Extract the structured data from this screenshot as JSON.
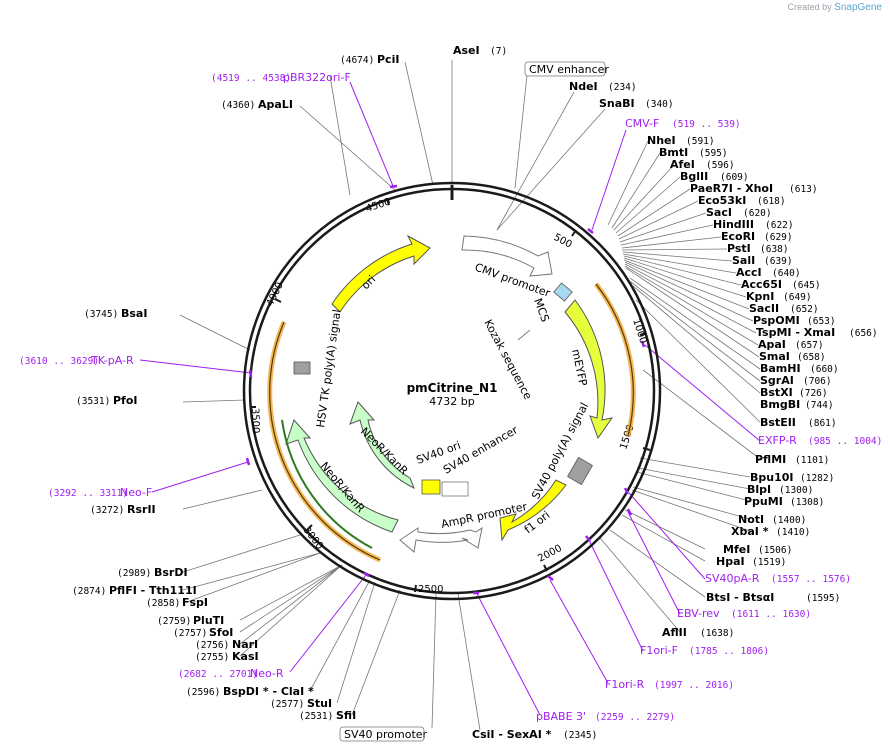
{
  "credit": {
    "prefix": "Created by",
    "brand": "SnapGene"
  },
  "plasmid": {
    "name": "pmCitrine_N1",
    "size": "4732 bp"
  },
  "ticks": [
    "500",
    "1000",
    "1500",
    "2000",
    "2500",
    "3000",
    "3500",
    "4000",
    "4500"
  ],
  "sites": [
    {
      "name": "AseI",
      "pos": "(7)"
    },
    {
      "name": "NdeI",
      "pos": "(234)"
    },
    {
      "name": "SnaBI",
      "pos": "(340)"
    },
    {
      "name": "NheI",
      "pos": "(591)"
    },
    {
      "name": "BmtI",
      "pos": "(595)"
    },
    {
      "name": "AfeI",
      "pos": "(596)"
    },
    {
      "name": "BglII",
      "pos": "(609)"
    },
    {
      "name": "PaeR7I - XhoI",
      "pos": "(613)"
    },
    {
      "name": "Eco53kI",
      "pos": "(618)"
    },
    {
      "name": "SacI",
      "pos": "(620)"
    },
    {
      "name": "HindIII",
      "pos": "(622)"
    },
    {
      "name": "EcoRI",
      "pos": "(629)"
    },
    {
      "name": "PstI",
      "pos": "(638)"
    },
    {
      "name": "SalI",
      "pos": "(639)"
    },
    {
      "name": "AccI",
      "pos": "(640)"
    },
    {
      "name": "Acc65I",
      "pos": "(645)"
    },
    {
      "name": "KpnI",
      "pos": "(649)"
    },
    {
      "name": "SacII",
      "pos": "(652)"
    },
    {
      "name": "PspOMI",
      "pos": "(653)"
    },
    {
      "name": "TspMI - XmaI",
      "pos": "(656)"
    },
    {
      "name": "ApaI",
      "pos": "(657)"
    },
    {
      "name": "SmaI",
      "pos": "(658)"
    },
    {
      "name": "BamHI",
      "pos": "(660)"
    },
    {
      "name": "SgrAI",
      "pos": "(706)"
    },
    {
      "name": "BstXI",
      "pos": "(726)"
    },
    {
      "name": "BmgBI",
      "pos": "(744)"
    },
    {
      "name": "BstEII",
      "pos": "(861)"
    },
    {
      "name": "PflMI",
      "pos": "(1101)"
    },
    {
      "name": "Bpu10I",
      "pos": "(1282)"
    },
    {
      "name": "BlpI",
      "pos": "(1300)"
    },
    {
      "name": "PpuMI",
      "pos": "(1308)"
    },
    {
      "name": "NotI",
      "pos": "(1400)"
    },
    {
      "name": "XbaI *",
      "pos": "(1410)"
    },
    {
      "name": "MfeI",
      "pos": "(1506)"
    },
    {
      "name": "HpaI",
      "pos": "(1519)"
    },
    {
      "name": "BtsI - BtsαI",
      "pos": "(1595)"
    },
    {
      "name": "AflII",
      "pos": "(1638)"
    },
    {
      "name": "CsiI - SexAI *",
      "pos": "(2345)"
    },
    {
      "name": "SfiI",
      "pos": "(2531)"
    },
    {
      "name": "StuI",
      "pos": "(2577)"
    },
    {
      "name": "BspDI * - ClaI *",
      "pos": "(2596)"
    },
    {
      "name": "KasI",
      "pos": "(2755)"
    },
    {
      "name": "NarI",
      "pos": "(2756)"
    },
    {
      "name": "SfoI",
      "pos": "(2757)"
    },
    {
      "name": "PluTI",
      "pos": "(2759)"
    },
    {
      "name": "FspI",
      "pos": "(2858)"
    },
    {
      "name": "PflFI - Tth111I",
      "pos": "(2874)"
    },
    {
      "name": "BsrDI",
      "pos": "(2989)"
    },
    {
      "name": "RsrII",
      "pos": "(3272)"
    },
    {
      "name": "PfoI",
      "pos": "(3531)"
    },
    {
      "name": "BsaI",
      "pos": "(3745)"
    },
    {
      "name": "ApaLI",
      "pos": "(4360)"
    },
    {
      "name": "PciI",
      "pos": "(4674)"
    }
  ],
  "primers": [
    {
      "name": "CMV-F",
      "range": "(519 .. 539)"
    },
    {
      "name": "EXFP-R",
      "range": "(985 .. 1004)"
    },
    {
      "name": "SV40pA-R",
      "range": "(1557 .. 1576)"
    },
    {
      "name": "EBV-rev",
      "range": "(1611 .. 1630)"
    },
    {
      "name": "F1ori-F",
      "range": "(1785 .. 1806)"
    },
    {
      "name": "F1ori-R",
      "range": "(1997 .. 2016)"
    },
    {
      "name": "pBABE 3'",
      "range": "(2259 .. 2279)"
    },
    {
      "name": "Neo-R",
      "range": "(2682 .. 2701)"
    },
    {
      "name": "Neo-F",
      "range": "(3292 .. 3311)"
    },
    {
      "name": "TK-pA-R",
      "range": "(3610 .. 3629)"
    },
    {
      "name": "pBR322ori-F",
      "range": "(4519 .. 4538)"
    }
  ],
  "features": [
    {
      "name": "CMV enhancer"
    },
    {
      "name": "CMV promoter"
    },
    {
      "name": "MCS"
    },
    {
      "name": "Kozak sequence"
    },
    {
      "name": "mEYFP"
    },
    {
      "name": "SV40 poly(A) signal"
    },
    {
      "name": "f1 ori"
    },
    {
      "name": "AmpR promoter"
    },
    {
      "name": "SV40 promoter"
    },
    {
      "name": "SV40 ori"
    },
    {
      "name": "SV40 enhancer"
    },
    {
      "name": "NeoR/KanR"
    },
    {
      "name": "NeoR/KanR"
    },
    {
      "name": "HSV TK poly(A) signal"
    },
    {
      "name": "ori"
    }
  ],
  "colors": {
    "backbone": "#1a1a1a",
    "primer": "#a020f0",
    "ori": "#ffff00",
    "neo": "#c8ffc8",
    "eyfp": "#e6ff3c",
    "orf_arc": "#f0a830",
    "gray": "#a0a0a0",
    "mcs": "#a8d8f0"
  }
}
